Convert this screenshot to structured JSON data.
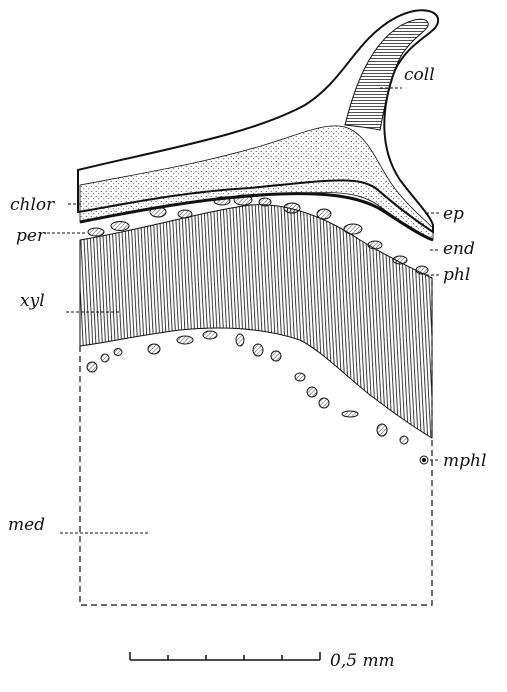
{
  "labels": {
    "coll": "coll",
    "chlor": "chlor",
    "ep": "ep",
    "per": "per",
    "end": "end",
    "phl": "phl",
    "xyl": "xyl",
    "mphl": "mphl",
    "med": "med"
  },
  "scale_bar": {
    "label": "0,5 mm"
  }
}
